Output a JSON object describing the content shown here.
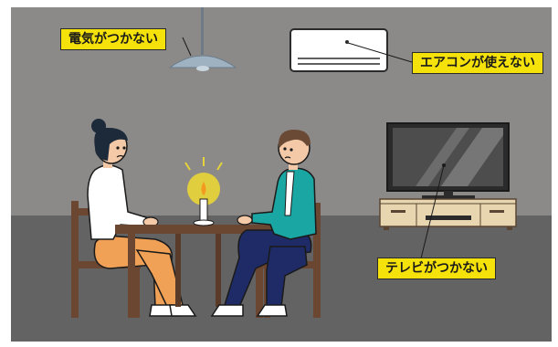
{
  "labels": {
    "light_out": "電気がつかない",
    "ac_unusable": "エアコンが使えない",
    "tv_out": "テレビがつかない"
  },
  "colors": {
    "wall": "#8c8a88",
    "floor": "#636363",
    "label_bg": "#f5e20a",
    "candle_glow": "#e6d23a",
    "wood": "#6b4631",
    "woman_top": "#ffffff",
    "woman_pants": "#f0a156",
    "man_top": "#1aa6a2",
    "man_pants": "#1e2b66"
  }
}
